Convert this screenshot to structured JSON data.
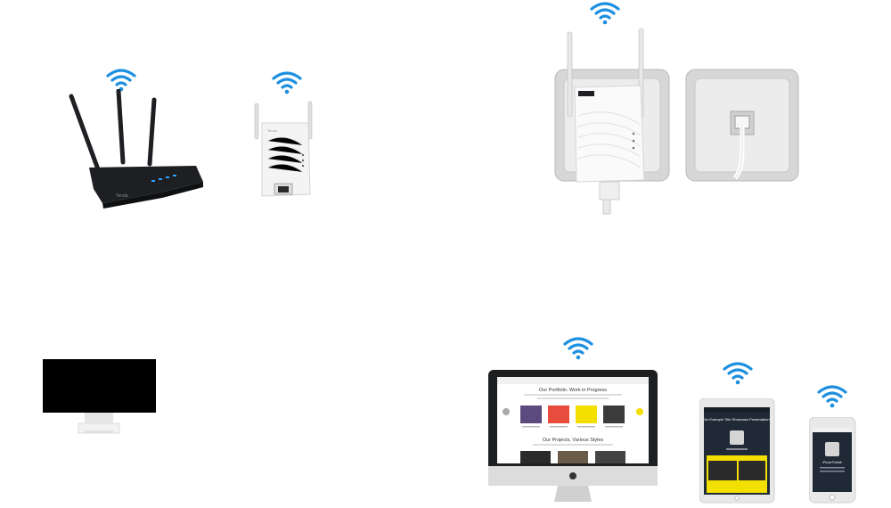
{
  "colors": {
    "wifi": "#1c8fe0",
    "router_body": "#1d1f22",
    "router_led": "#2aa4ff",
    "plastic": "#f3f3f3",
    "frame": "#c9c9c9",
    "black_screen": "#000000",
    "accent_yellow": "#f4e000",
    "accent_red": "#e74c3c"
  },
  "icons": {
    "wifi": "wifi-icon",
    "apple": "apple-logo"
  },
  "devices": {
    "router": {
      "brand": "Tenda"
    },
    "extender": {
      "brand": "Tenda"
    },
    "imac_screen": {
      "heading": "Our Portfolio. Work in Progress",
      "subheading": "Our Projects, Various Styles"
    },
    "ipad_screen": {
      "heading": "\"An Example Title Showcase Presentation\""
    },
    "iphone_screen": {
      "heading": "iPhone Portrait"
    }
  }
}
